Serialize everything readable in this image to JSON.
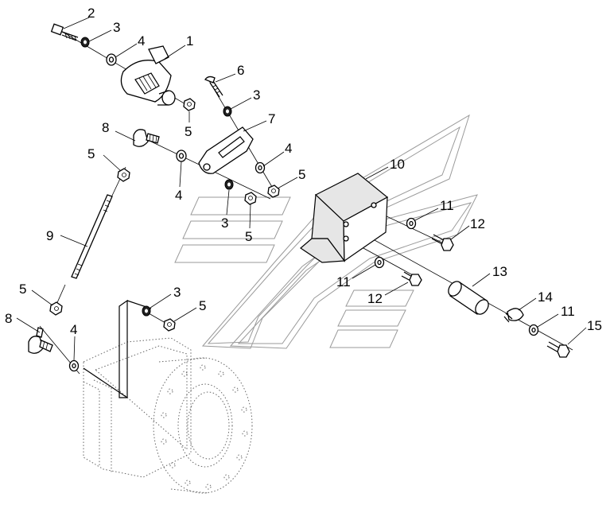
{
  "callouts": {
    "c1": "1",
    "c2": "2",
    "c3a": "3",
    "c3b": "3",
    "c3c": "3",
    "c3d": "3",
    "c4a": "4",
    "c4b": "4",
    "c4c": "4",
    "c4d": "4",
    "c5a": "5",
    "c5b": "5",
    "c5c": "5",
    "c5d": "5",
    "c5e": "5",
    "c5f": "5",
    "c6": "6",
    "c7": "7",
    "c8a": "8",
    "c8b": "8",
    "c9": "9",
    "c10": "10",
    "c11a": "11",
    "c11b": "11",
    "c11c": "11",
    "c12a": "12",
    "c12b": "12",
    "c13": "13",
    "c14": "14",
    "c15": "15"
  }
}
